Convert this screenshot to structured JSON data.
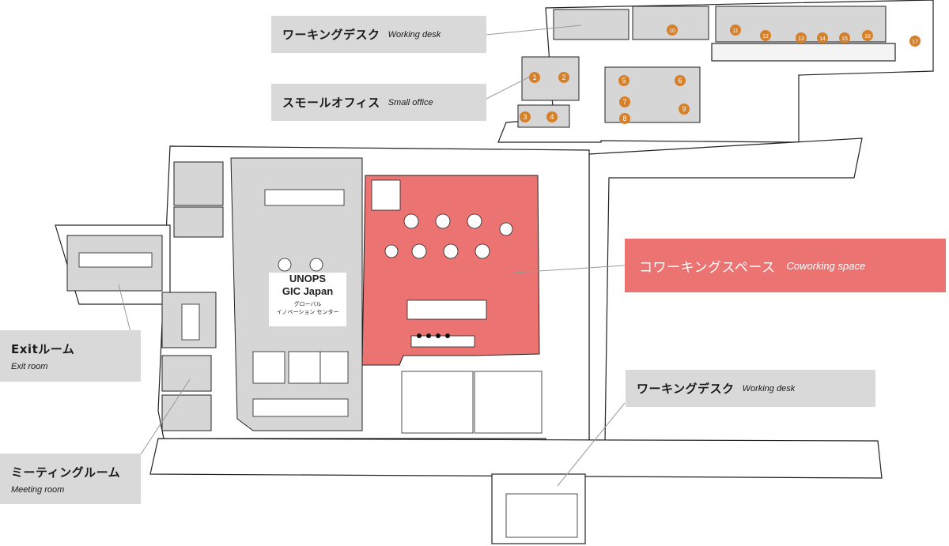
{
  "labels": {
    "working_desk_top": {
      "jp": "ワーキングデスク",
      "en": "Working desk"
    },
    "small_office": {
      "jp": "スモールオフィス",
      "en": "Small office"
    },
    "coworking": {
      "jp": "コワーキングスペース",
      "en": "Coworking space"
    },
    "exit_room": {
      "jp": "Exitルーム",
      "en": "Exit room"
    },
    "working_desk_bottom": {
      "jp": "ワーキングデスク",
      "en": "Working desk"
    },
    "meeting_room": {
      "jp": "ミーティングルーム",
      "en": "Meeting room"
    }
  },
  "center": {
    "line1": "UNOPS",
    "line2": "GIC Japan",
    "line3": "グローバル",
    "line4": "イノベーション センター"
  },
  "office_numbers": [
    "1",
    "2",
    "3",
    "4",
    "5",
    "6",
    "7",
    "8",
    "9",
    "10",
    "11",
    "12",
    "13",
    "14",
    "15",
    "16",
    "17"
  ],
  "colors": {
    "coworking_fill": "#eb7472",
    "label_bg": "#d9d9d9",
    "marker": "#d7802a",
    "floor_gray": "#d6d6d6"
  }
}
